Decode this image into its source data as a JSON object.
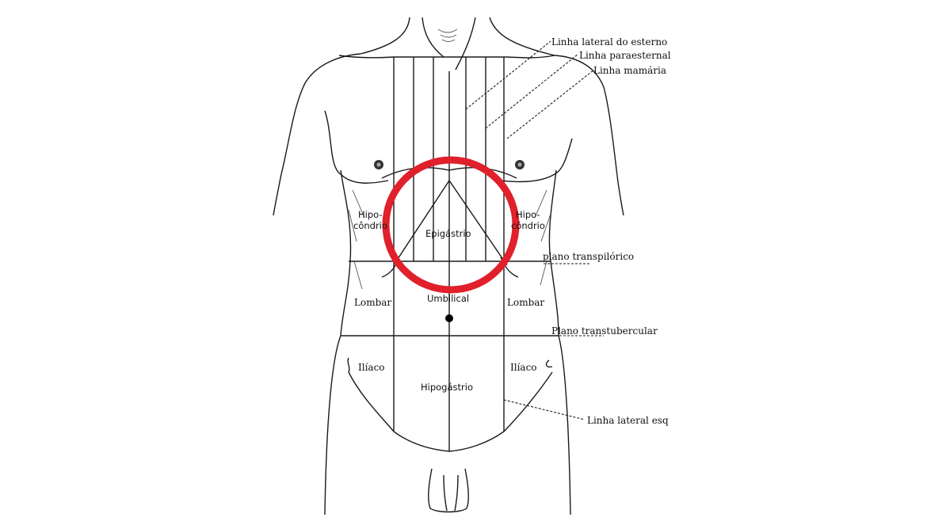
{
  "labels": {
    "linha_lateral_esterno": "Linha lateral do esterno",
    "linha_paraesternal": "Linha paraesternal",
    "linha_mamaria": "Linha mamária",
    "plano_transpilorico": "plano transpilórico",
    "plano_transtubercular": "Plano transtubercular",
    "linha_lateral_esq": "Linha lateral esq"
  },
  "regions": {
    "hipocondrio_left_1": "Hipo-",
    "hipocondrio_left_2": "côndrio",
    "hipocondrio_right_1": "Hipo-",
    "hipocondrio_right_2": "côndrio",
    "epigastrio": "Epigástrio",
    "lombar_left": "Lombar",
    "umbilical": "Umbilical",
    "lombar_right": "Lombar",
    "iliaco_left": "Ilíaco",
    "hipogastrio": "Hipogástrio",
    "iliaco_right": "Ilíaco"
  },
  "colors": {
    "highlight_circle": "#e0202a",
    "lines": "#1a1a1a"
  }
}
